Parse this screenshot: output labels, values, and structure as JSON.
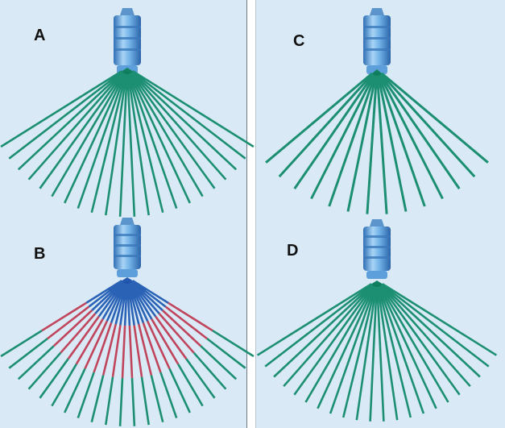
{
  "labels": {
    "a": "A",
    "b": "B",
    "c": "C",
    "d": "D"
  },
  "colors": {
    "background": "#d9eaf6",
    "green_ray": "#1c8f72",
    "blue_ray": "#2a62b6",
    "red_ray": "#c0455c",
    "nozzle_body": "#5d9fda"
  },
  "icons": [
    "nozzle-icon",
    "spray-fan"
  ],
  "diagrams": [
    {
      "id": "A",
      "rays": 22,
      "spread_deg": 58
    },
    {
      "id": "B",
      "rays": 22,
      "spread_deg": 58,
      "bands": [
        "blue",
        "red",
        "green"
      ]
    },
    {
      "id": "C",
      "rays": 14,
      "spread_deg": 50
    },
    {
      "id": "D",
      "rays": 22,
      "spread_deg": 58
    }
  ]
}
